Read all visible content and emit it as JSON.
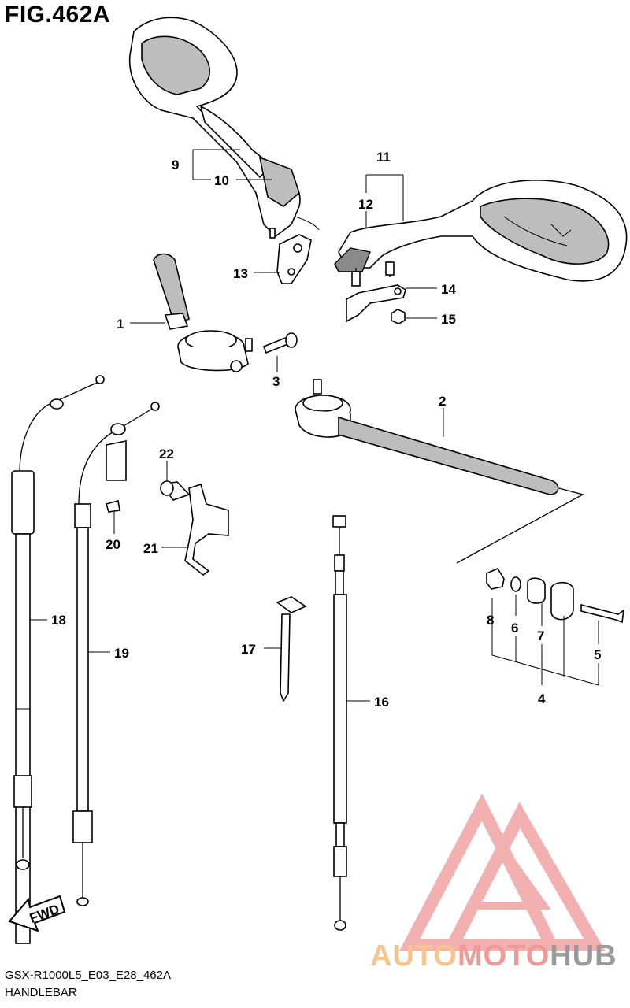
{
  "figure": {
    "title": "FIG.462A"
  },
  "callouts": [
    {
      "id": "c1",
      "label": "1"
    },
    {
      "id": "c2",
      "label": "2"
    },
    {
      "id": "c3",
      "label": "3"
    },
    {
      "id": "c4",
      "label": "4"
    },
    {
      "id": "c5",
      "label": "5"
    },
    {
      "id": "c6",
      "label": "6"
    },
    {
      "id": "c7",
      "label": "7"
    },
    {
      "id": "c8",
      "label": "8"
    },
    {
      "id": "c9",
      "label": "9"
    },
    {
      "id": "c10",
      "label": "10"
    },
    {
      "id": "c11",
      "label": "11"
    },
    {
      "id": "c12",
      "label": "12"
    },
    {
      "id": "c13",
      "label": "13"
    },
    {
      "id": "c14",
      "label": "14"
    },
    {
      "id": "c15",
      "label": "15"
    },
    {
      "id": "c16",
      "label": "16"
    },
    {
      "id": "c17",
      "label": "17"
    },
    {
      "id": "c18",
      "label": "18"
    },
    {
      "id": "c19",
      "label": "19"
    },
    {
      "id": "c20",
      "label": "20"
    },
    {
      "id": "c21",
      "label": "21"
    },
    {
      "id": "c22",
      "label": "22"
    }
  ],
  "fwd_label": "FWD",
  "footer": {
    "model_code": "GSX-R1000L5_E03_E28_462A",
    "section_name": "HANDLEBAR"
  },
  "watermark": {
    "part1": "AUTO",
    "part2": "MOTO",
    "part3": "HUB",
    "colors": {
      "auto": "#f6c48c",
      "moto": "#ef9a96",
      "hub": "#9a9a9a",
      "logo": "#f2a3a3"
    }
  }
}
